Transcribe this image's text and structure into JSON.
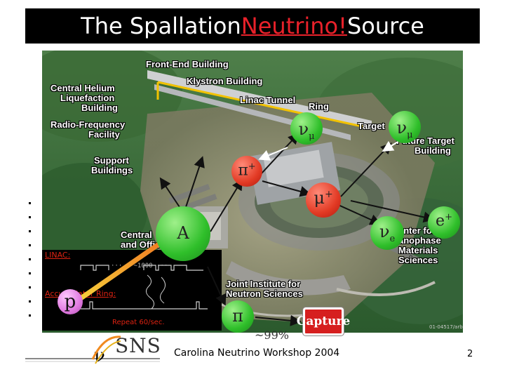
{
  "slide": {
    "title_prefix": "The Spallation",
    "title_highlight": "Neutrino!",
    "title_suffix": "Source",
    "footer": "Carolina Neutrino Workshop 2004",
    "page_number": "2",
    "logo_text": "SNS",
    "logo_symbol": "ν"
  },
  "buildings": {
    "front_end": "Front-End Building",
    "klystron": "Klystron Building",
    "central_helium": [
      "Central Helium",
      "Liquefaction",
      "Building"
    ],
    "linac_tunnel": "Linac Tunnel",
    "ring": "Ring",
    "rf_facility": [
      "Radio-Frequency",
      "Facility"
    ],
    "target": "Target",
    "future_target": [
      "Future Target",
      "Building"
    ],
    "support": [
      "Support",
      "Buildings"
    ],
    "central_office": [
      "Central",
      "and Offic"
    ],
    "nanophase": [
      "enter for",
      "anophase",
      "Materials",
      "Sciences"
    ],
    "joint_institute": [
      "Joint Institute for",
      "Neutron Sciences"
    ],
    "credit": "01-04517/arb"
  },
  "particles": {
    "nu_mu_1": "ν",
    "nu_mu_1_sub": "μ",
    "nu_mu_2": "ν",
    "nu_mu_2_sub": "μ",
    "pi_plus": "π",
    "pi_plus_sup": "+",
    "mu_plus": "μ",
    "mu_plus_sup": "+",
    "nu_e": "ν",
    "nu_e_sub": "e",
    "e_plus": "e",
    "e_plus_sup": "+",
    "target": "A",
    "proton": "p",
    "pion": "π"
  },
  "timing": {
    "linac_label": "LINAC:",
    "accumulator_label": "Accumulator Ring:",
    "repeat": "Repeat 60/sec.",
    "pulse_gap": "··· x ~1000 ···"
  },
  "capture": {
    "label": "Capture",
    "fraction": "~99%"
  },
  "colors": {
    "title_bg": "#000000",
    "highlight": "#e8212a",
    "green_ball": "#2fbf2a",
    "red_ball": "#e23a24",
    "beam": "#f2c200",
    "arrow": "#111111"
  }
}
